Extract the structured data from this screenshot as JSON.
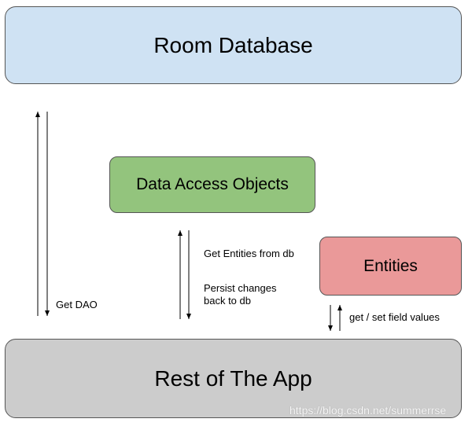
{
  "diagram": {
    "room": {
      "label": "Room Database",
      "fill": "#cfe2f3"
    },
    "dao": {
      "label": "Data Access Objects",
      "fill": "#93c47d"
    },
    "entities": {
      "label": "Entities",
      "fill": "#ea9999"
    },
    "rest": {
      "label": "Rest of The App",
      "fill": "#cccccc"
    },
    "edges": {
      "get_dao": "Get DAO",
      "get_entities": "Get Entities from db",
      "persist_line1": "Persist changes",
      "persist_line2": "back to db",
      "field_values": "get / set field values"
    }
  },
  "watermark": "https://blog.csdn.net/summerrse",
  "colors": {
    "stroke": "#555555",
    "arrow": "#000000"
  }
}
